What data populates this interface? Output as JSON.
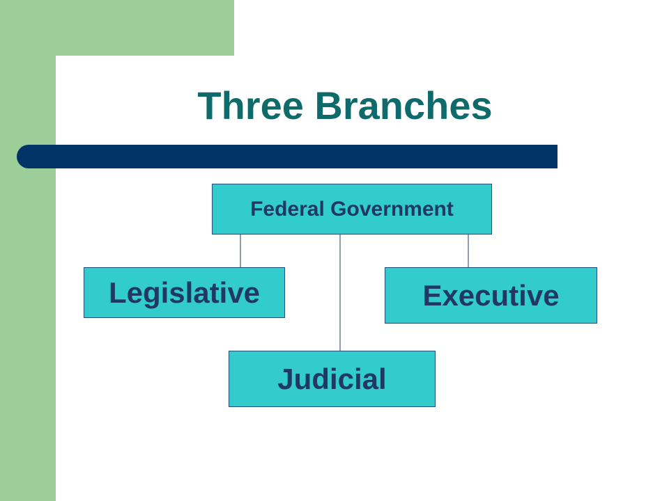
{
  "slide": {
    "title": "Three Branches",
    "colors": {
      "sidebar": "#9dcd99",
      "title_text": "#0f6b6b",
      "title_bar": "#003366",
      "node_fill": "#33cccc",
      "node_text": "#1f3864"
    }
  },
  "diagram": {
    "root": "Federal Government",
    "children": {
      "legislative": "Legislative",
      "executive": "Executive",
      "judicial": "Judicial"
    }
  }
}
